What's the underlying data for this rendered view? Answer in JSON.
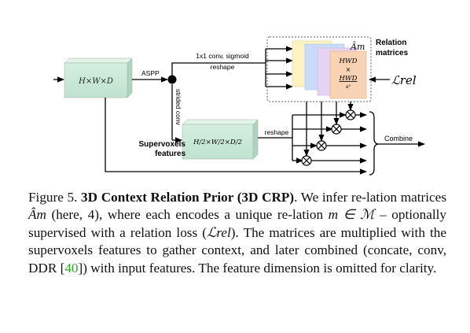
{
  "figure": {
    "input_block_label": "H×W×D",
    "aspp_label": "ASPP",
    "conv_label_line1": "1x1 conv, sigmoid",
    "conv_label_line2": "reshape",
    "strided_conv_label": "strided conv",
    "supervoxel_block_label": "H/2×W/2×D/2",
    "supervoxels_label_line1": "Supervoxels",
    "supervoxels_label_line2": "features",
    "reshape_label": "reshape",
    "relation_matrix_symbol": "Âm",
    "relation_matrices_label_line1": "Relation",
    "relation_matrices_label_line2": "matrices",
    "matrix_text_line1": "HWD",
    "matrix_text_line2": "×",
    "matrix_text_line3": "HWD",
    "matrix_text_line4": "s³",
    "loss_label": "ℒrel",
    "combine_label": "Combine",
    "colors": {
      "block_fill": "#c6e8d5",
      "matrix_yellow": "#fdf2c4",
      "matrix_blue": "#c9dcf7",
      "matrix_purple": "#e5d3f2",
      "matrix_orange": "#f8d3b3"
    }
  },
  "caption": {
    "figure_number": "Figure 5.",
    "title": "3D Context Relation Prior (3D CRP)",
    "text_1": ". We infer re-lation matrices ",
    "symbol_A": "Âm",
    "text_2": " (here, 4), where each encodes a unique re-lation ",
    "math_m": "m ∈ ℳ",
    "text_3": " – optionally supervised with a relation loss (",
    "loss": "ℒrel",
    "text_4": "). The matrices are multiplied with the supervoxels features to gather context, and later combined (concate, conv, DDR [",
    "citation": "40",
    "text_5": "]) with input features. The feature dimension is omitted for clarity."
  }
}
